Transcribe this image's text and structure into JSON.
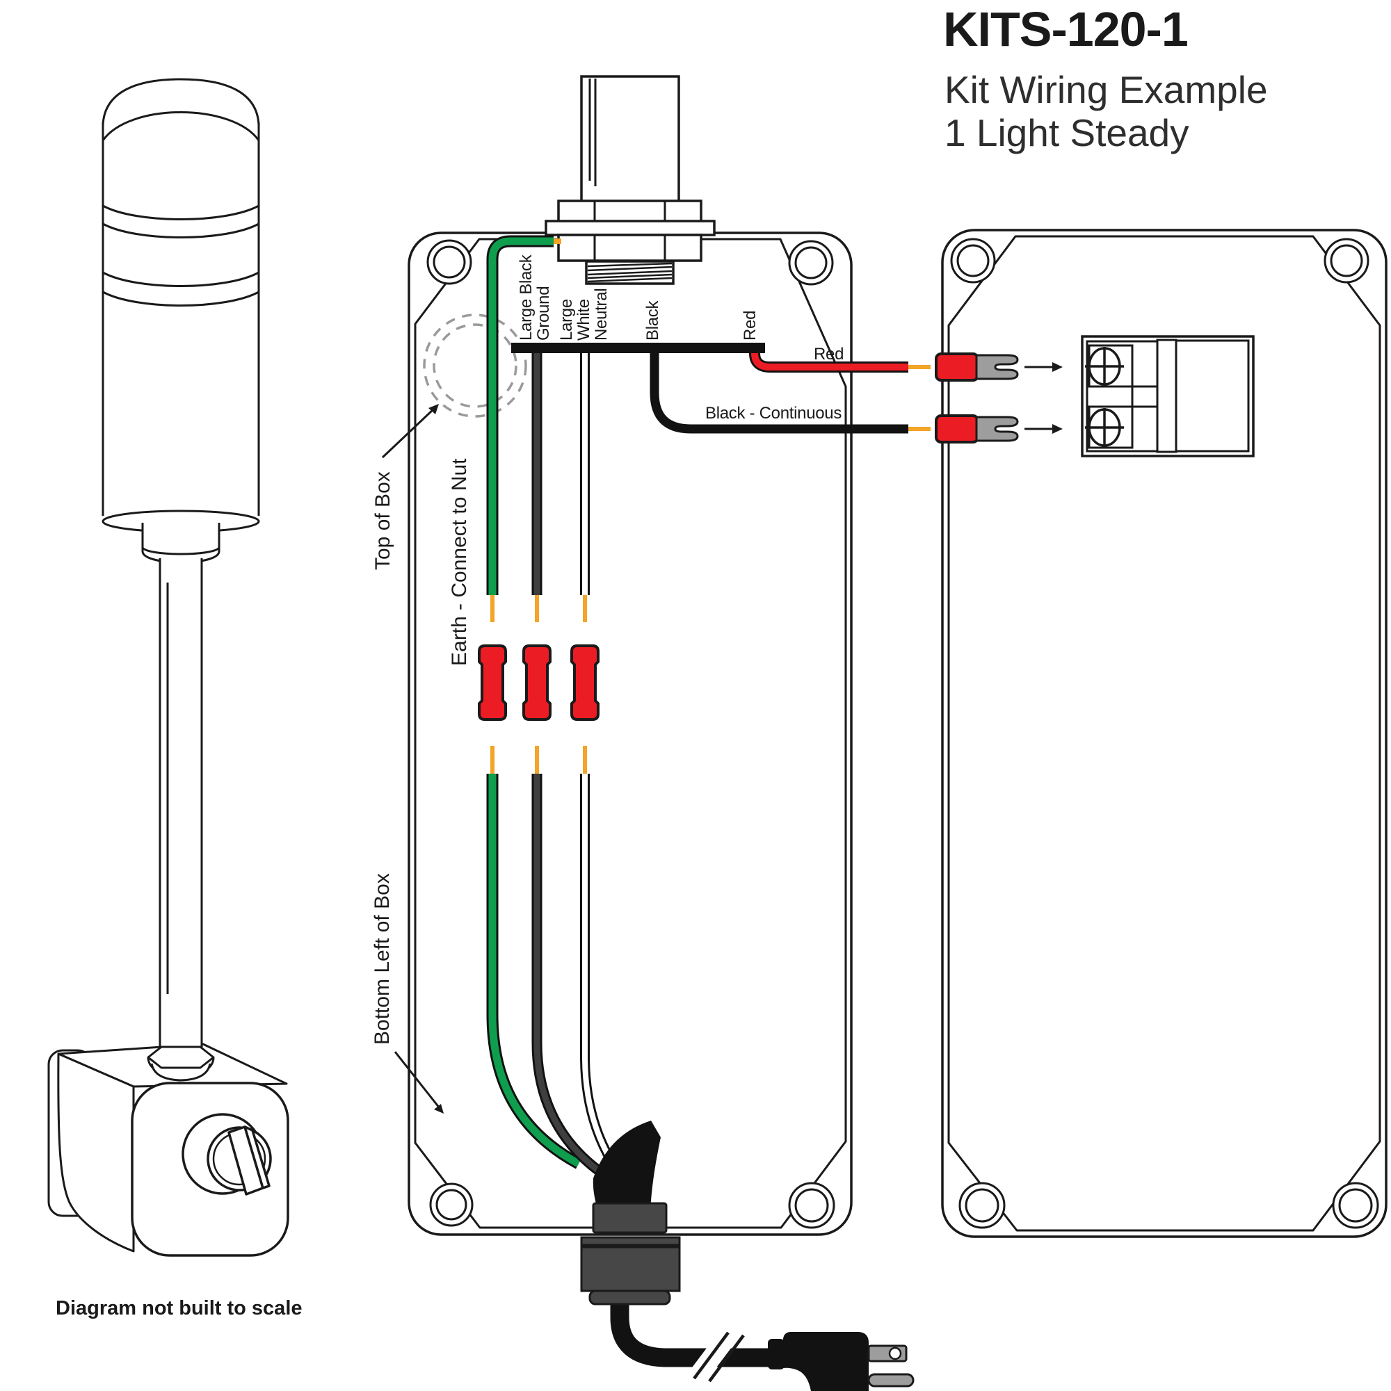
{
  "header": {
    "model": "KITS-120-1",
    "subtitle_line1": "Kit Wiring Example",
    "subtitle_line2": "1 Light Steady"
  },
  "annotations": {
    "top_of_box": "Top of Box",
    "earth_connect": "Earth - Connect to Nut",
    "bottom_left_of_box": "Bottom Left of Box",
    "red_lead": "Red",
    "black_lead": "Black - Continuous",
    "footnote": "Diagram not built to scale"
  },
  "wire_labels": {
    "ground_line1": "Large Black",
    "ground_line2": "Ground",
    "neutral_line1": "Large",
    "neutral_line2": "White",
    "neutral_line3": "Neutral",
    "black": "Black",
    "red": "Red"
  },
  "colors": {
    "green": "#0f9d4e",
    "red": "#ec1c24",
    "copper": "#f4a427",
    "wire_gray": "#3f3f3f",
    "gland": "#474747",
    "metal": "#9d9d9d",
    "ink": "#1a1a1a",
    "dash": "#9a9a9a",
    "black": "#121212"
  }
}
